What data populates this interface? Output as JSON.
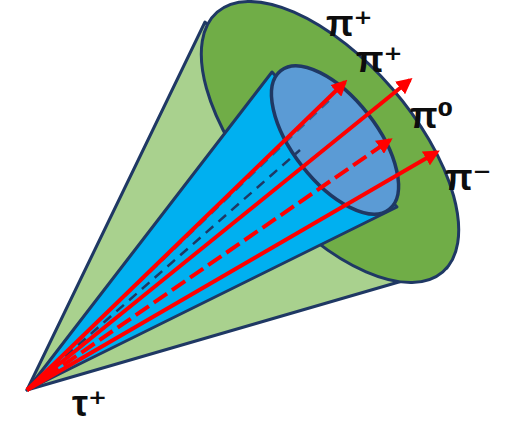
{
  "diagram": {
    "labels": [
      "π⁺",
      "π⁺",
      "π⁰",
      "π⁻",
      "τ⁺"
    ]
  }
}
